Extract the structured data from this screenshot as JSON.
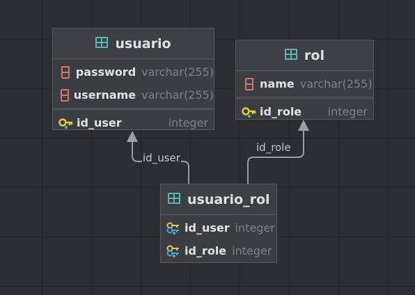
{
  "tables": {
    "usuario": {
      "name": "usuario",
      "columns": [
        {
          "name": "password",
          "type": "varchar(255)"
        },
        {
          "name": "username",
          "type": "varchar(255)"
        }
      ],
      "keys": [
        {
          "name": "id_user",
          "type": "integer",
          "icon": "primary-key-icon"
        }
      ]
    },
    "rol": {
      "name": "rol",
      "columns": [
        {
          "name": "name",
          "type": "varchar(255)"
        }
      ],
      "keys": [
        {
          "name": "id_role",
          "type": "integer",
          "icon": "primary-key-icon"
        }
      ]
    },
    "usuario_rol": {
      "name": "usuario_rol",
      "keys": [
        {
          "name": "id_user",
          "type": "integer",
          "icon": "foreign-key-icon"
        },
        {
          "name": "id_role",
          "type": "integer",
          "icon": "foreign-key-icon"
        }
      ]
    }
  },
  "relations": [
    {
      "from": "usuario_rol",
      "to": "usuario",
      "label": "id_user"
    },
    {
      "from": "usuario_rol",
      "to": "rol",
      "label": "id_role"
    }
  ],
  "colors": {
    "background": "#2b2d30",
    "table_header_icon": "#5fb3b3",
    "column_icon": "#d9746b",
    "key_icon": "#e6c84a",
    "fk_icon": "#4aa3df",
    "arrow": "#9b9ea3"
  }
}
